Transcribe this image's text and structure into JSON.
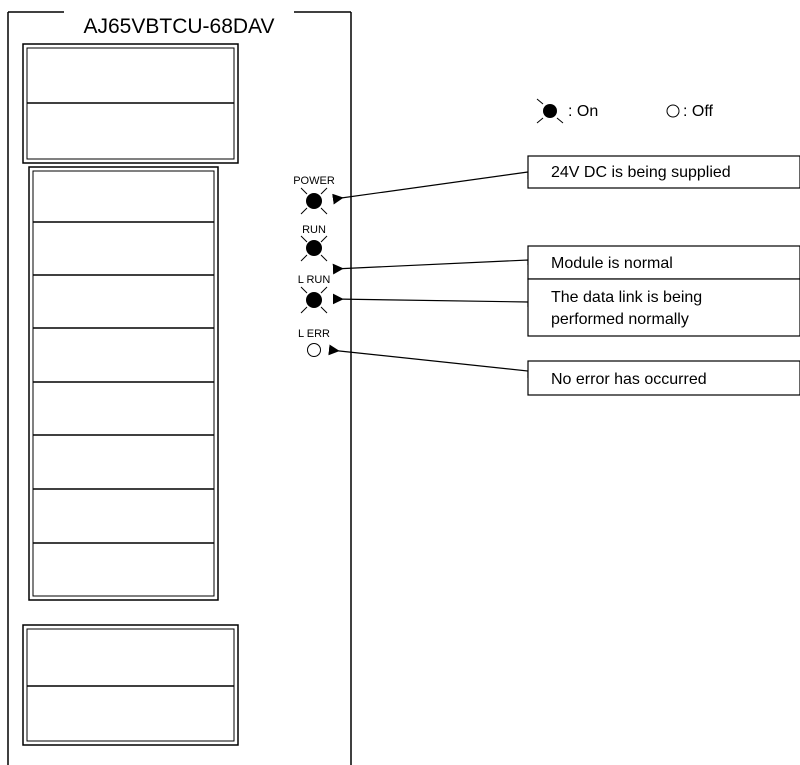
{
  "module": {
    "title": "AJ65VBTCU-68DAV"
  },
  "legend": {
    "on_label": ": On",
    "off_label": ": Off"
  },
  "leds": [
    {
      "label": "POWER",
      "state": "on"
    },
    {
      "label": "RUN",
      "state": "on"
    },
    {
      "label": "L RUN",
      "state": "on"
    },
    {
      "label": "L ERR",
      "state": "off"
    }
  ],
  "callouts": [
    {
      "lines": [
        "24V DC is being supplied"
      ]
    },
    {
      "lines": [
        "Module is normal"
      ]
    },
    {
      "lines": [
        "The data link is being",
        "performed normally"
      ]
    },
    {
      "lines": [
        "No error has occurred"
      ]
    }
  ]
}
